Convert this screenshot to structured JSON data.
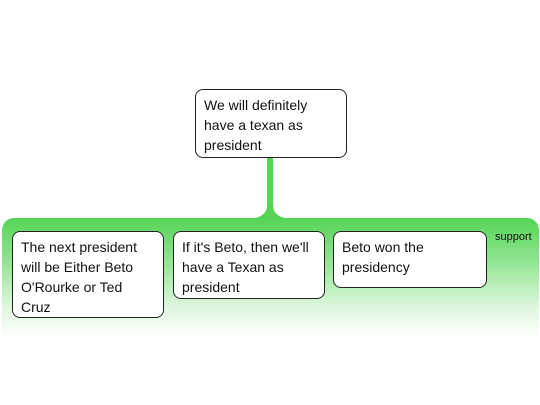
{
  "claim": {
    "text": "We will definitely have a texan as president"
  },
  "support_group": {
    "label": "support",
    "color": "#55d455",
    "premises": [
      {
        "text": "The next president will be Either Beto O'Rourke or Ted Cruz"
      },
      {
        "text": "If it's Beto, then we'll have a Texan as president"
      },
      {
        "text": "Beto won the presidency"
      }
    ]
  }
}
